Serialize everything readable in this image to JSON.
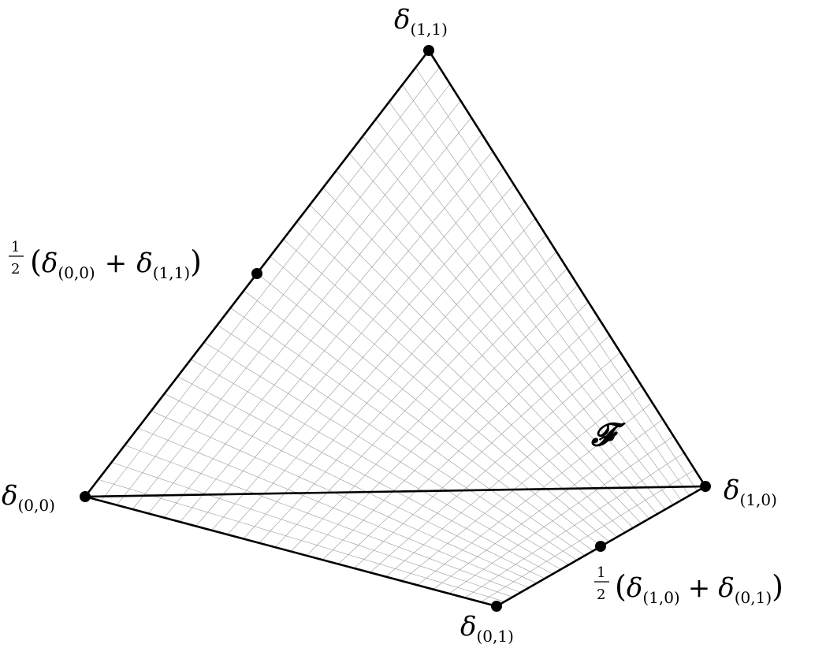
{
  "vertices": {
    "d00": {
      "symbol": "δ",
      "subscript": "(0,0)"
    },
    "d11": {
      "symbol": "δ",
      "subscript": "(1,1)"
    },
    "d10": {
      "symbol": "δ",
      "subscript": "(1,0)"
    },
    "d01": {
      "symbol": "δ",
      "subscript": "(0,1)"
    }
  },
  "midpoints": {
    "m_00_11": {
      "half_num": "1",
      "half_den": "2",
      "open": "(",
      "a": "δ",
      "a_sub": "(0,0)",
      "plus": "+",
      "b": "δ",
      "b_sub": "(1,1)",
      "close": ")"
    },
    "m_10_01": {
      "half_num": "1",
      "half_den": "2",
      "open": "(",
      "a": "δ",
      "a_sub": "(1,0)",
      "plus": "+",
      "b": "δ",
      "b_sub": "(0,1)",
      "close": ")"
    }
  },
  "surface_label": "𝓕",
  "colors": {
    "edge": "#000000",
    "mesh": "#9a9a9a",
    "point": "#000000"
  }
}
